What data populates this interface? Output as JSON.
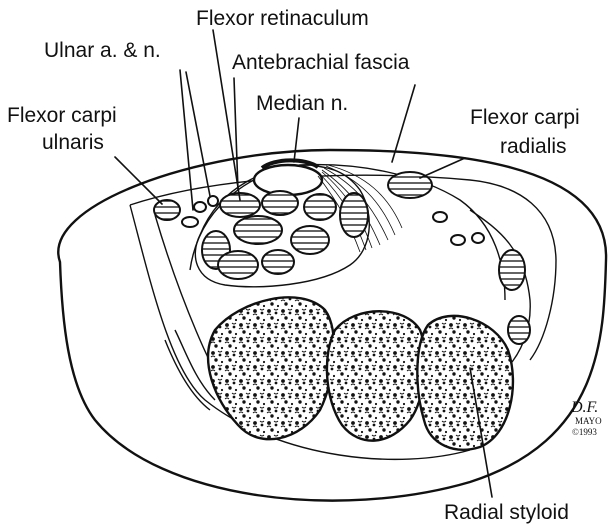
{
  "labels": {
    "flexor_retinaculum": "Flexor retinaculum",
    "ulnar_artery_nerve": "Ulnar a. & n.",
    "antebrachial_fascia": "Antebrachial fascia",
    "flexor_carpi_ulnaris_line1": "Flexor carpi",
    "flexor_carpi_ulnaris_line2": "ulnaris",
    "median_nerve": "Median n.",
    "flexor_carpi_radialis_line1": "Flexor carpi",
    "flexor_carpi_radialis_line2": "radialis",
    "radial_styloid": "Radial styloid"
  },
  "signature": {
    "initials": "D.F.",
    "institution": "MAYO",
    "year": "©1993"
  }
}
